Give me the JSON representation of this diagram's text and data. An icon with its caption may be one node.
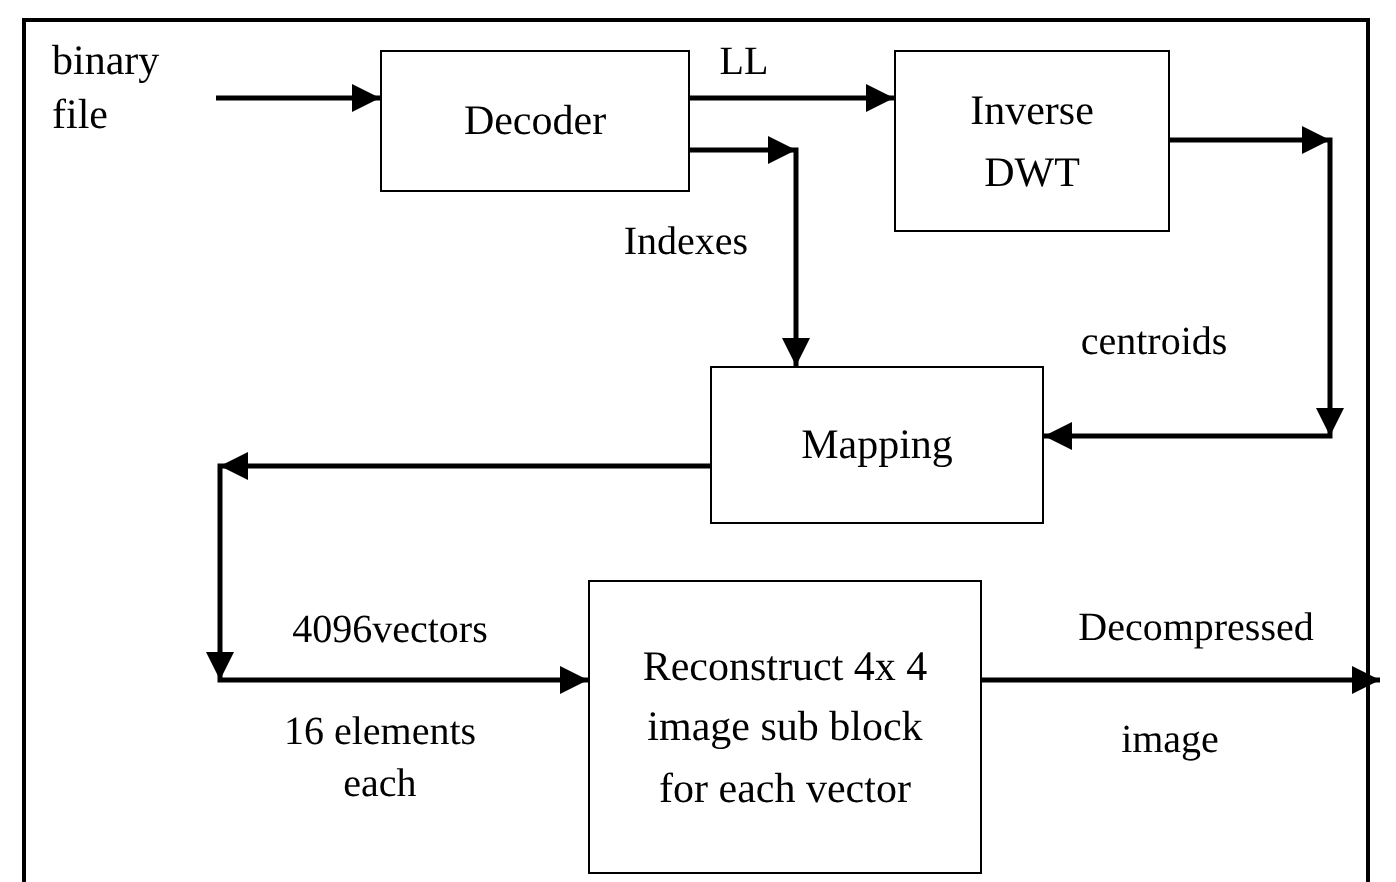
{
  "diagram": {
    "nodes": [
      {
        "text": [
          "binary file"
        ]
      },
      {
        "text": [
          "Decoder"
        ]
      },
      {
        "text": [
          "Inverse DWT"
        ]
      },
      {
        "text": [
          "Mapping"
        ]
      },
      {
        "text": [
          "Reconstruct 4x 4  image sub block for each vector"
        ]
      }
    ],
    "edges": [
      {
        "from": 0,
        "to": 1,
        "arrow": "to"
      },
      {
        "from": 1,
        "to": 2,
        "arrow": "to",
        "label": "LL"
      },
      {
        "from": 1,
        "to": 3,
        "arrow": "to",
        "label": "Indexes"
      },
      {
        "from": 2,
        "to": 3,
        "arrow": "to",
        "label": "centroids"
      },
      {
        "from": 3,
        "to": 4,
        "arrow": "to",
        "label": "4096vectors"
      },
      {
        "from": 4,
        "to": null,
        "arrow": "to",
        "label": "Decompressed"
      }
    ],
    "labels": [
      "16 elements each",
      "image"
    ]
  }
}
